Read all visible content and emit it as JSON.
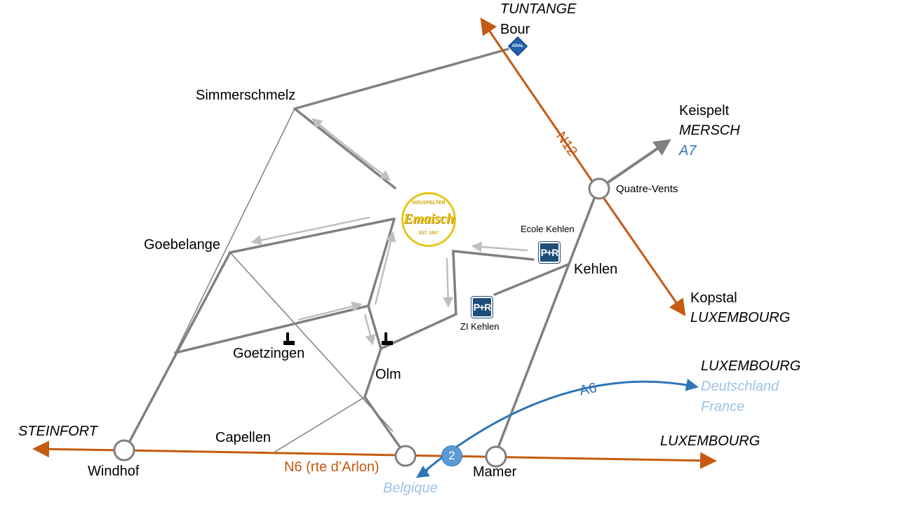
{
  "places": {
    "tuntange": "TUNTANGE",
    "bour": "Bour",
    "simmerschmelz": "Simmerschmelz",
    "keispelt": "Keispelt",
    "mersch": "MERSCH",
    "a7": "A7",
    "n12": "N12",
    "quatre_vents": "Quatre-Vents",
    "ecole_kehlen": "Ecole Kehlen",
    "kehlen": "Kehlen",
    "kopstal": "Kopstal",
    "luxembourg_e": "LUXEMBOURG",
    "goebelange": "Goebelange",
    "zi_kehlen": "ZI Kehlen",
    "goetzingen": "Goetzingen",
    "olm": "Olm",
    "luxembourg_a6": "LUXEMBOURG",
    "deutschland": "Deutschland",
    "france": "France",
    "a6": "A6",
    "steinfort": "STEINFORT",
    "capellen": "Capellen",
    "luxembourg_s": "LUXEMBOURG",
    "windhof": "Windhof",
    "n6": "N6 (rte d’Arlon)",
    "mamer": "Mamer",
    "belgique": "Belgique"
  },
  "badges": {
    "exit_number": "2",
    "park_ride_1": "P+R",
    "park_ride_2": "P+R",
    "fuel_station": "ARAL"
  },
  "logo": {
    "top": "HOUSPELTER",
    "main": "Emaischen",
    "bottom": "EST. 1957"
  },
  "colors": {
    "main_road": "#c55a11",
    "motorway": "#2e75b6",
    "local_road": "#808080",
    "direction_arrow": "#bfbfbf"
  }
}
